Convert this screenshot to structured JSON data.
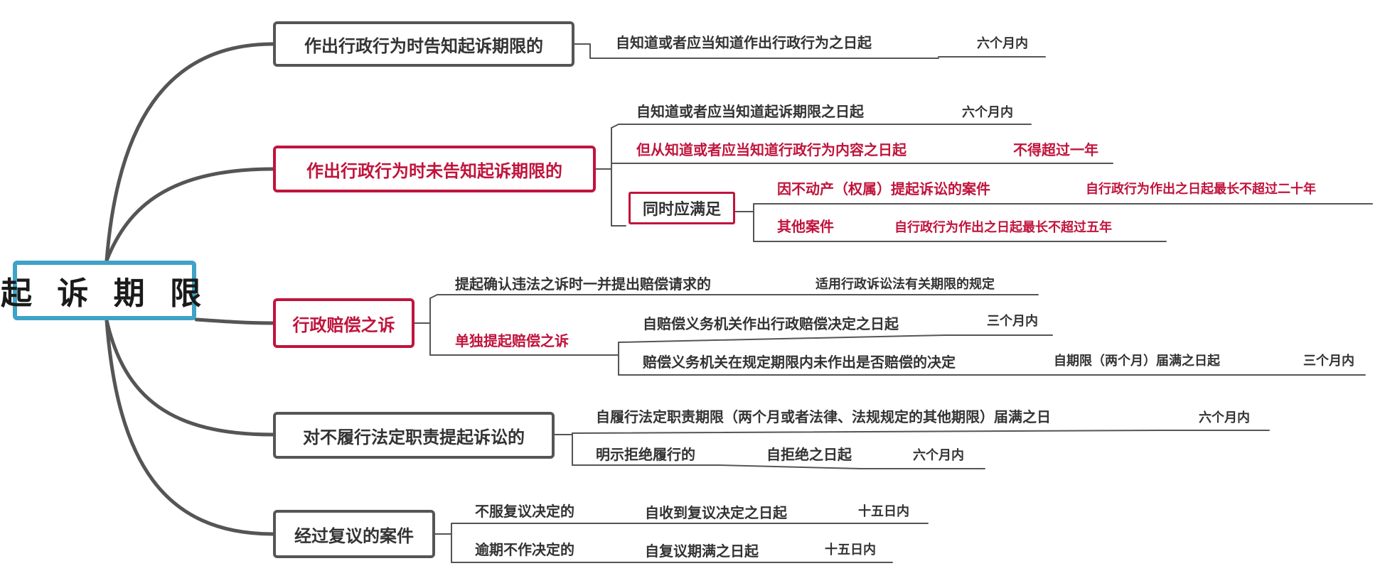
{
  "root": "起 诉 期 限",
  "branches": {
    "b1": {
      "title": "作出行政行为时告知起诉期限的",
      "start": "自知道或者应当知道作出行政行为之日起",
      "period": "六个月内"
    },
    "b2": {
      "title": "作出行政行为时未告知起诉期限的",
      "start": "自知道或者应当知道起诉期限之日起",
      "period": "六个月内",
      "limit_label": "但从知道或者应当知道行政行为内容之日起",
      "limit_value": "不得超过一年",
      "both": "同时应满足",
      "realty": "因不动产（权属）提起诉讼的案件",
      "realty_limit": "自行政行为作出之日起最长不超过二十年",
      "other": "其他案件",
      "other_limit": "自行政行为作出之日起最长不超过五年"
    },
    "b3": {
      "title": "行政赔偿之诉",
      "joint": "提起确认违法之诉时一并提出赔偿请求的",
      "joint_rule": "适用行政诉讼法有关期限的规定",
      "separate": "单独提起赔偿之诉",
      "decided": "自赔偿义务机关作出行政赔偿决定之日起",
      "decided_period": "三个月内",
      "undecided": "赔偿义务机关在规定期限内未作出是否赔偿的决定",
      "undecided_start": "自期限（两个月）届满之日起",
      "undecided_period": "三个月内"
    },
    "b4": {
      "title": "对不履行法定职责提起诉讼的",
      "expiry": "自履行法定职责期限（两个月或者法律、法规规定的其他期限）届满之日",
      "expiry_period": "六个月内",
      "refuse": "明示拒绝履行的",
      "refuse_start": "自拒绝之日起",
      "refuse_period": "六个月内"
    },
    "b5": {
      "title": "经过复议的案件",
      "dissatisfied": "不服复议决定的",
      "dissatisfied_start": "自收到复议决定之日起",
      "dissatisfied_period": "十五日内",
      "overdue": "逾期不作决定的",
      "overdue_start": "自复议期满之日起",
      "overdue_period": "十五日内"
    }
  },
  "colors": {
    "root_border": "#3ea3c6",
    "emphasis": "#c0143c",
    "line": "#555555",
    "text": "#333333"
  }
}
